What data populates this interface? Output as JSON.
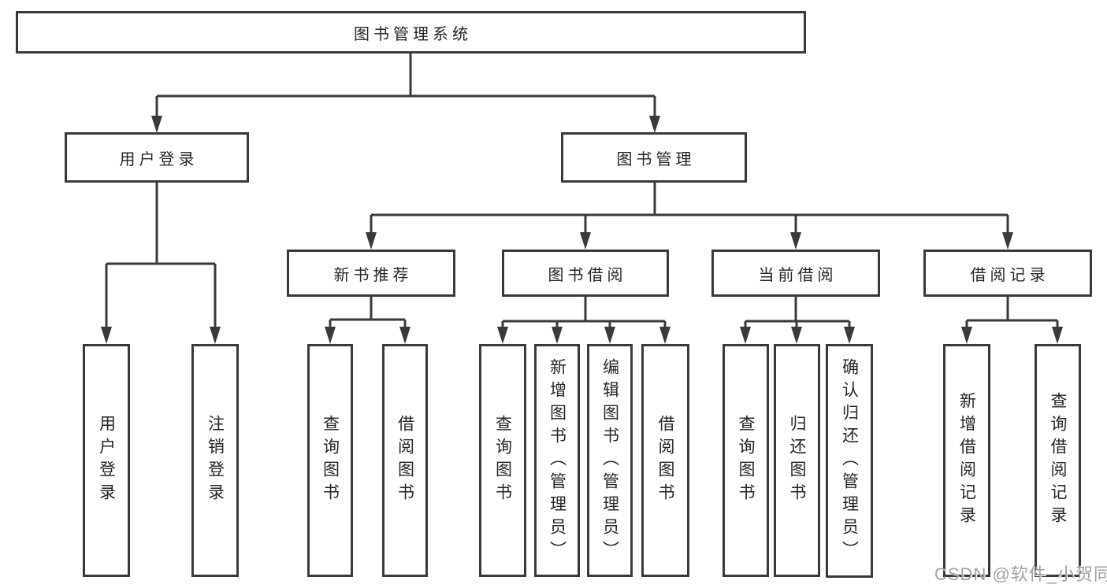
{
  "watermark": "CSDN @软件_小贺同学",
  "colors": {
    "line": "#3a3a3a",
    "text": "#262626",
    "watermark": "#9fa1a3",
    "background": "#ffffff"
  },
  "tree": {
    "label": "图书管理系统",
    "children": [
      {
        "label": "用户登录",
        "children": [
          {
            "label": "用户登录"
          },
          {
            "label": "注销登录"
          }
        ]
      },
      {
        "label": "图书管理",
        "children": [
          {
            "label": "新书推荐",
            "children": [
              {
                "label": "查询图书"
              },
              {
                "label": "借阅图书"
              }
            ]
          },
          {
            "label": "图书借阅",
            "children": [
              {
                "label": "查询图书"
              },
              {
                "label": "新增图书（管理员）"
              },
              {
                "label": "编辑图书（管理员）"
              },
              {
                "label": "借阅图书"
              }
            ]
          },
          {
            "label": "当前借阅",
            "children": [
              {
                "label": "查询图书"
              },
              {
                "label": "归还图书"
              },
              {
                "label": "确认归还（管理员）"
              }
            ]
          },
          {
            "label": "借阅记录",
            "children": [
              {
                "label": "新增借阅记录"
              },
              {
                "label": "查询借阅记录"
              }
            ]
          }
        ]
      }
    ]
  }
}
